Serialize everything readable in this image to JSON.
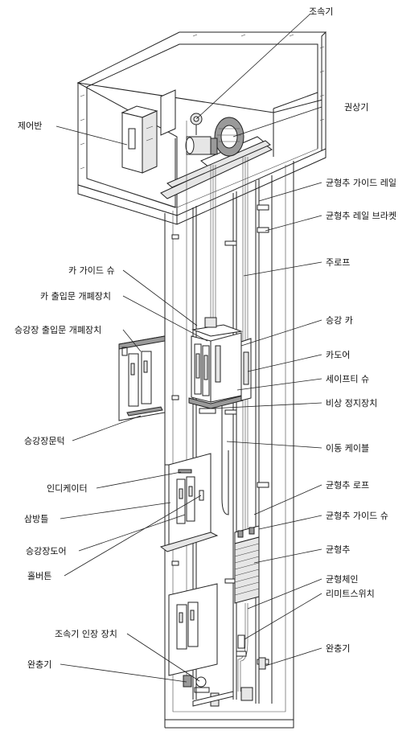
{
  "labels": {
    "governor": "조속기",
    "hoist": "권상기",
    "control_panel": "제어반",
    "cw_guide_rail": "균형추 가이드 레일",
    "cw_rail_bracket": "균형추 레일 브라켓",
    "main_rope": "주로프",
    "car_guide_shoe": "카 가이드 슈",
    "car_door_operator": "카 출입문 개폐장치",
    "landing_door_operator": "승강장 출입문 개폐장치",
    "car": "승강 카",
    "car_door": "카도어",
    "safety_shoe": "세이프티 슈",
    "emergency_stop": "비상 정지장치",
    "landing_sill": "승강장문턱",
    "travel_cable": "이동 케이블",
    "cw_rope": "균형추 로프",
    "indicator": "인디케이터",
    "jamb": "삼방틀",
    "cw_guide_shoe": "균형추 가이드 슈",
    "landing_door": "승강장도어",
    "counterweight": "균형추",
    "hall_button": "홀버튼",
    "cw_chain": "균형체인",
    "limit_switch": "리미트스위치",
    "governor_tension": "조속기 인장 장치",
    "buffer_left": "완충기",
    "buffer_right": "완충기"
  }
}
